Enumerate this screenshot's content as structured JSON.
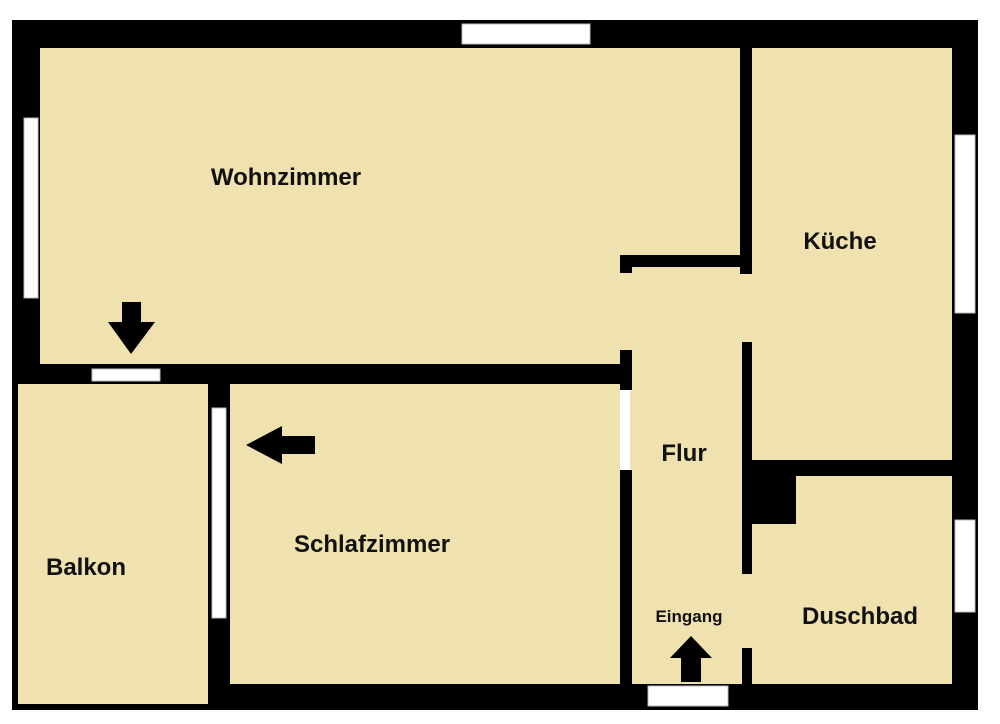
{
  "colors": {
    "floor": "#efe2ae",
    "wall": "#000000",
    "window": "#ffffff",
    "window_frame": "#bdbdbd",
    "arrow": "#000000",
    "label": "#111111"
  },
  "rooms": {
    "wohnzimmer": "Wohnzimmer",
    "kueche": "Küche",
    "flur": "Flur",
    "schlafzimmer": "Schlafzimmer",
    "balkon": "Balkon",
    "eingang": "Eingang",
    "duschbad": "Duschbad"
  },
  "icons": {
    "balcony_door_arrow": "arrow-down-icon",
    "bedroom_door_arrow": "arrow-left-icon",
    "entrance_arrow": "arrow-up-icon"
  }
}
